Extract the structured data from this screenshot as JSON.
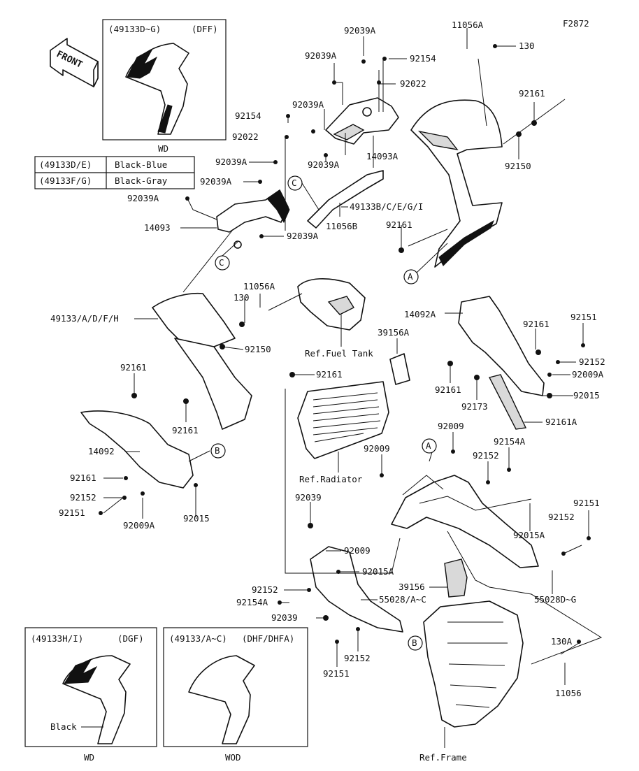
{
  "figure_code": "F2872",
  "front_arrow_label": "FRONT",
  "panels": {
    "top": {
      "title": "(49133D~G)",
      "code": "(DFF)",
      "caption": "WD"
    },
    "bottom_left": {
      "title": "(49133H/I)",
      "code": "(DGF)",
      "caption": "WD",
      "note": "Black"
    },
    "bottom_right": {
      "title": "(49133/A~C)",
      "code": "(DHF/DHFA)",
      "caption": "WOD"
    }
  },
  "color_table": [
    {
      "part": "(49133D/E)",
      "color": "Black-Blue"
    },
    {
      "part": "(49133F/G)",
      "color": "Black-Gray"
    }
  ],
  "callouts": {
    "A": "A",
    "B": "B",
    "C": "C"
  },
  "labels": {
    "l92039A_top": "92039A",
    "l92039A_a": "92039A",
    "l92154_a": "92154",
    "l92022_a": "92022",
    "l11056A_top": "11056A",
    "l130_top": "130",
    "l92161_top": "92161",
    "l92154_b": "92154",
    "l92039A_b": "92039A",
    "l92022_b": "92022",
    "l14093A": "14093A",
    "l92150_top": "92150",
    "l92039A_c": "92039A",
    "l92039A_d": "92039A",
    "l92039A_e": "92039A",
    "l92039A_f": "92039A",
    "l49133BCEGI": "49133B/C/E/G/I",
    "l11056B": "11056B",
    "l14093": "14093",
    "l92039A_g": "92039A",
    "l92161_mid": "92161",
    "l11056A_mid": "11056A",
    "l130_mid": "130",
    "l49133ADFH": "49133/A/D/F/H",
    "l92150_mid": "92150",
    "ref_fuel_tank": "Ref.Fuel Tank",
    "l39156A": "39156A",
    "l14092A": "14092A",
    "l92161_r1": "92161",
    "l92151_r1": "92151",
    "l92152_r1": "92152",
    "l92009A_r": "92009A",
    "l92161_r2": "92161",
    "l92173": "92173",
    "l92015_r": "92015",
    "l92161A": "92161A",
    "l92161_l1": "92161",
    "l92161_c": "92161",
    "l92161_l2": "92161",
    "l14092": "14092",
    "l92161_l3": "92161",
    "l92152_l": "92152",
    "l92151_l": "92151",
    "l92009A_l": "92009A",
    "l92015_l": "92015",
    "l92009_a": "92009",
    "l92009_b": "92009",
    "l92154A_r": "92154A",
    "l92152_r2": "92152",
    "ref_radiator": "Ref.Radiator",
    "l92039_a": "92039",
    "l92009_c": "92009",
    "l92015A_a": "92015A",
    "l92015A_b": "92015A",
    "l92151_r2": "92151",
    "l92152_r3": "92152",
    "l39156": "39156",
    "l55028DG": "55028D~G",
    "l92152_b": "92152",
    "l92154A_b": "92154A",
    "l55028AC": "55028/A~C",
    "l92039_b": "92039",
    "l92152_c": "92152",
    "l92151_c": "92151",
    "l130A": "130A",
    "l11056": "11056",
    "ref_frame": "Ref.Frame"
  }
}
